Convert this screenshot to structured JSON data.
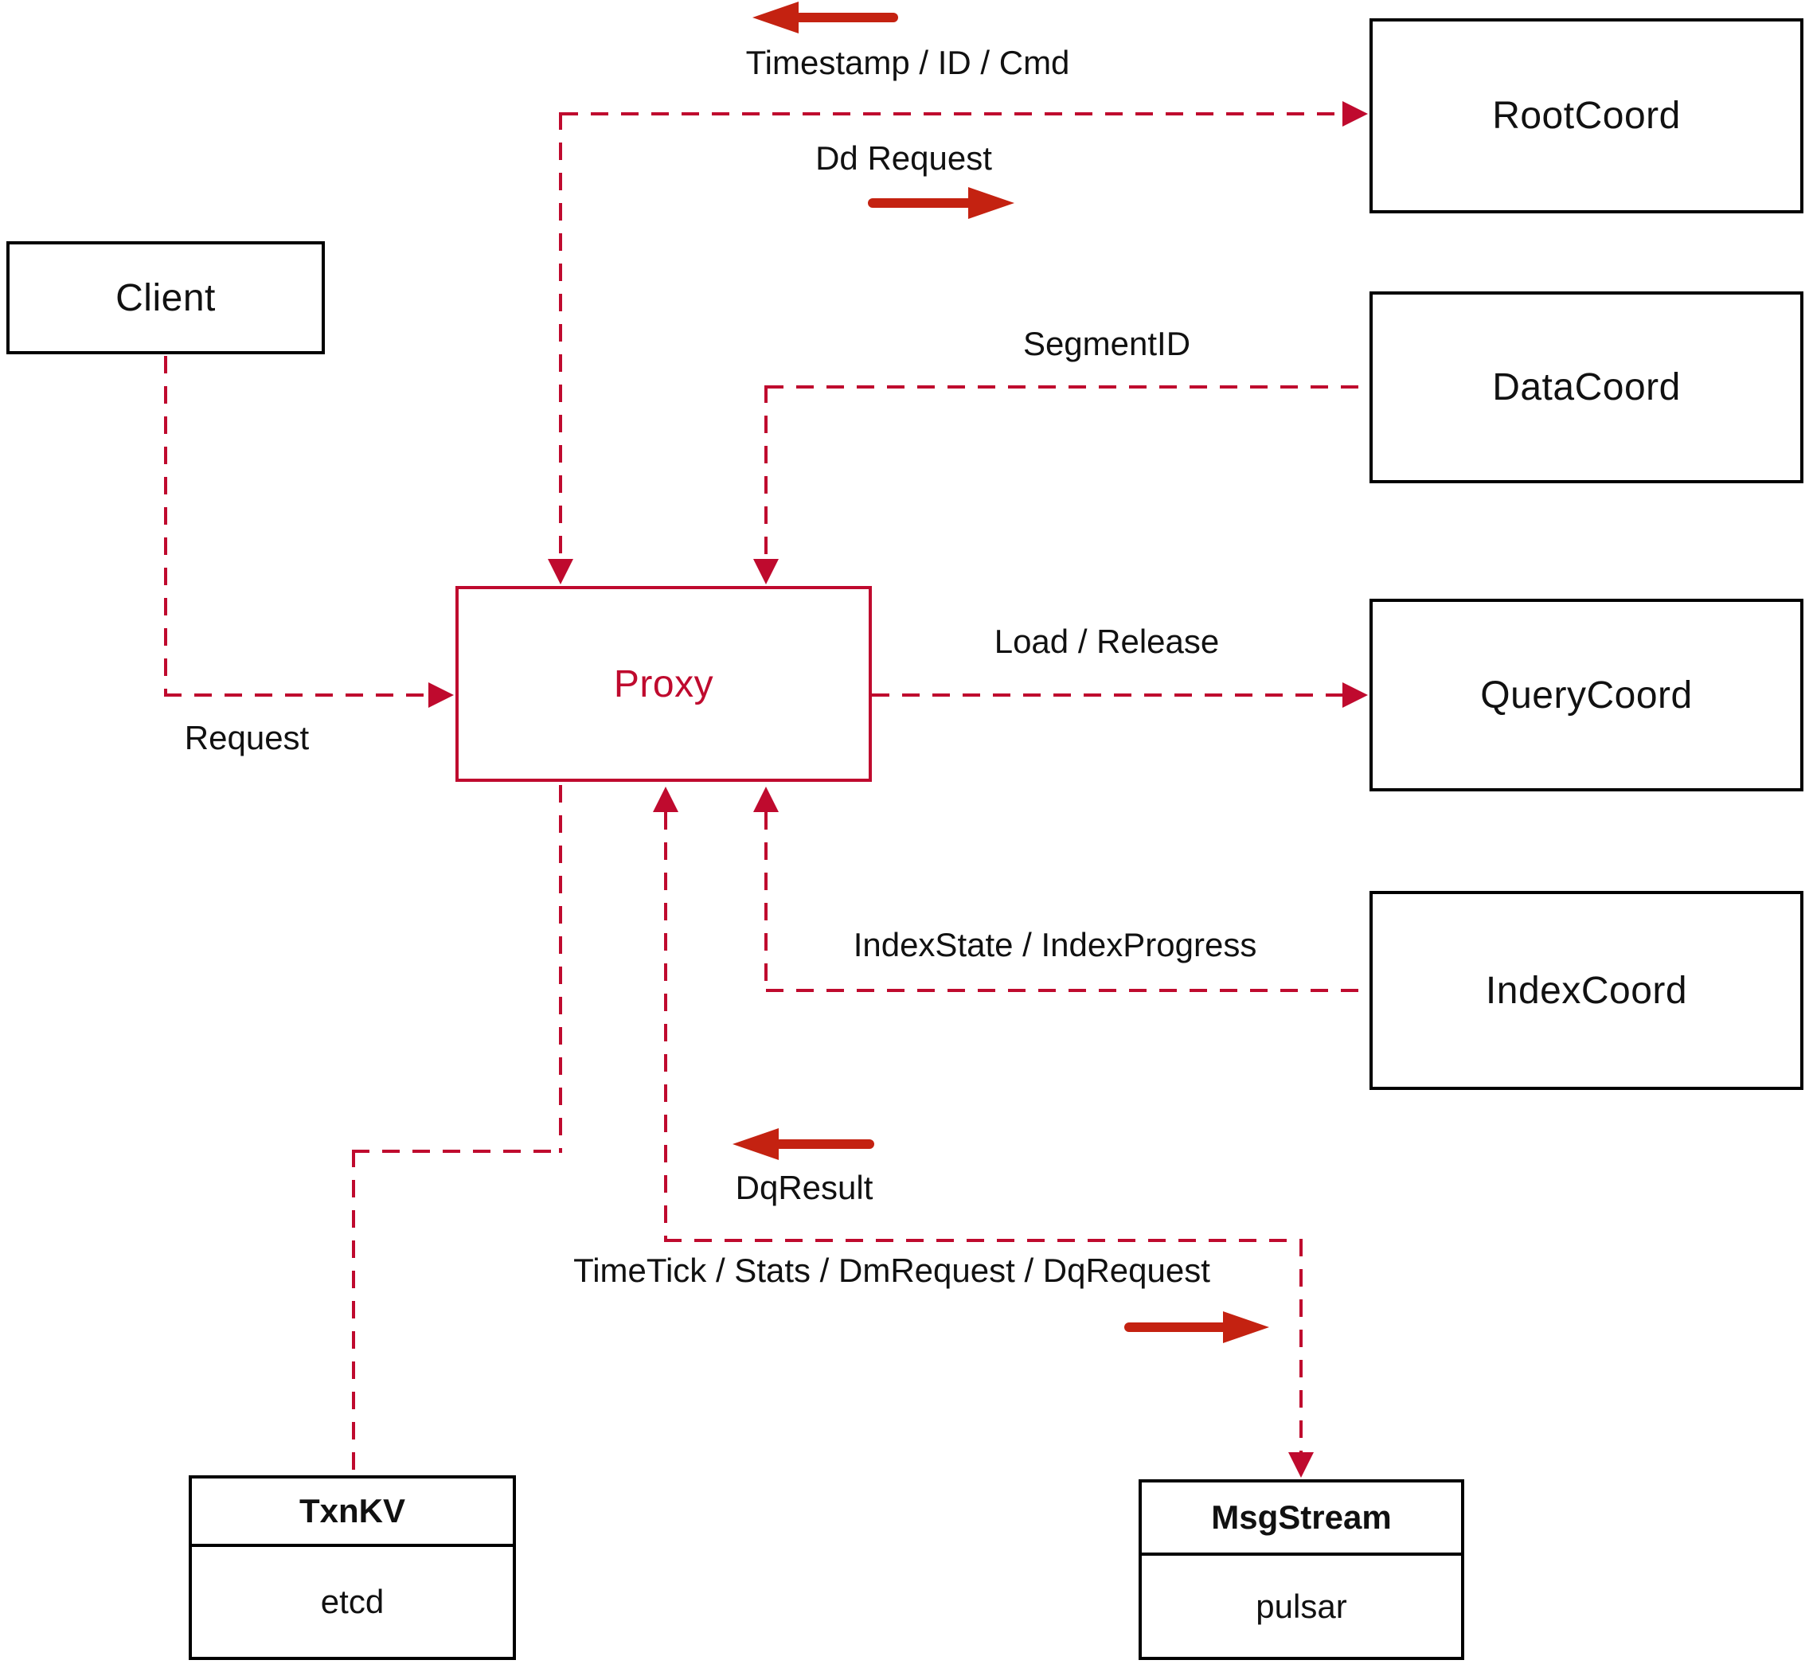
{
  "diagram": {
    "nodes": {
      "client": {
        "label": "Client"
      },
      "proxy": {
        "label": "Proxy"
      },
      "root_coord": {
        "label": "RootCoord"
      },
      "data_coord": {
        "label": "DataCoord"
      },
      "query_coord": {
        "label": "QueryCoord"
      },
      "index_coord": {
        "label": "IndexCoord"
      },
      "txn_kv": {
        "title": "TxnKV",
        "impl": "etcd"
      },
      "msg_stream": {
        "title": "MsgStream",
        "impl": "pulsar"
      }
    },
    "edge_labels": {
      "timestamp_id_cmd": "Timestamp / ID / Cmd",
      "dd_request": "Dd Request",
      "segment_id": "SegmentID",
      "request": "Request",
      "load_release": "Load / Release",
      "index_state": "IndexState / IndexProgress",
      "dq_result": "DqResult",
      "timetick": "TimeTick / Stats / DmRequest / DqRequest"
    },
    "colors": {
      "dashed-line": "#bf0a2e",
      "solid-arrow": "#c42211",
      "proxy-accent": "#bf0a2e",
      "node-border": "#000000"
    }
  }
}
